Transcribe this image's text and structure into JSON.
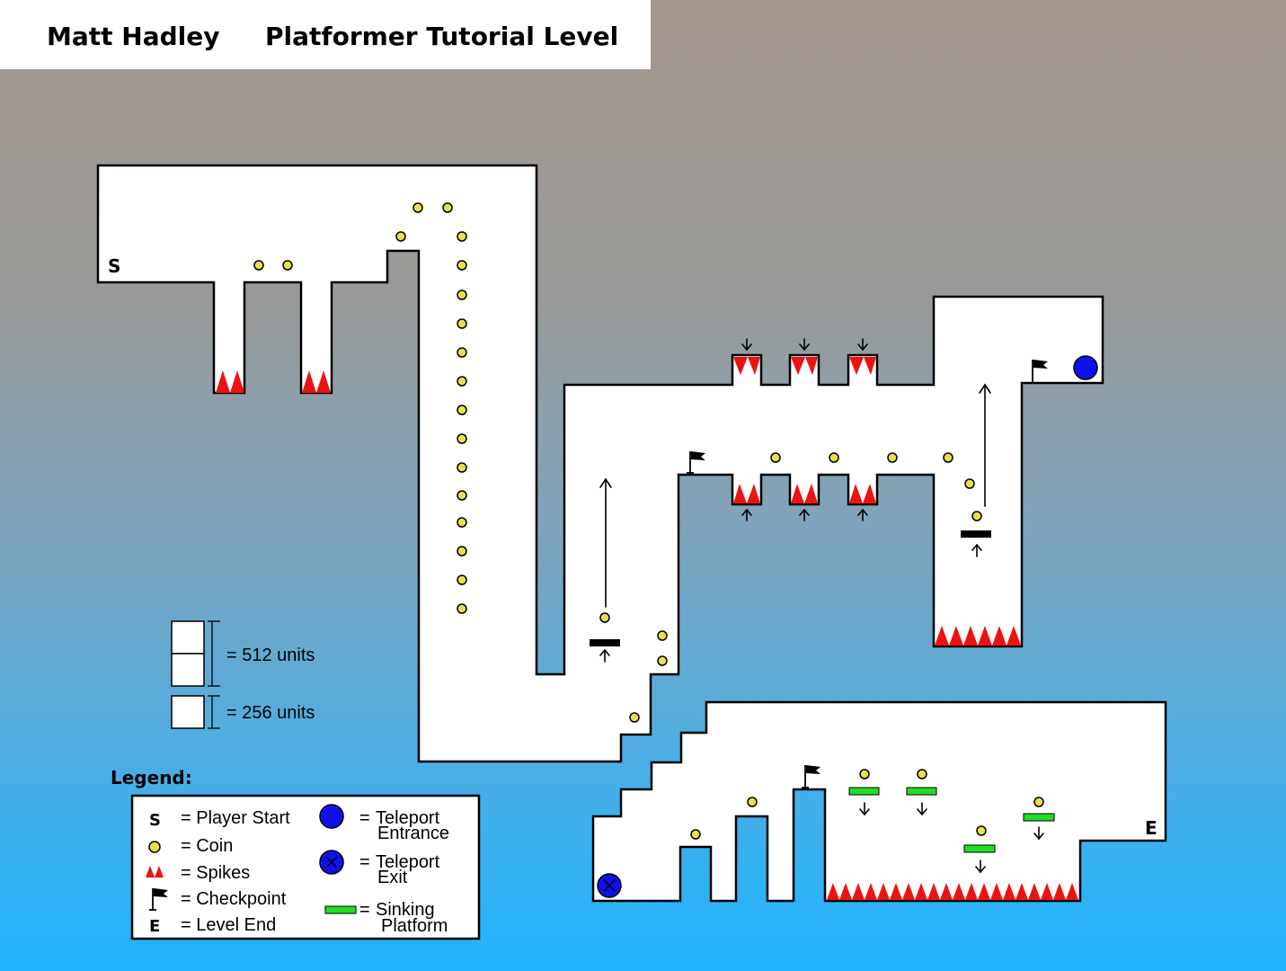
{
  "header": {
    "author": "Matt Hadley",
    "title": "Platformer Tutorial Level"
  },
  "scale": {
    "label_512": "= 512 units",
    "label_256": "= 256 units"
  },
  "legend": {
    "heading": "Legend:",
    "items": {
      "start": {
        "symbol": "S",
        "label": "= Player Start"
      },
      "coin": {
        "label": "= Coin"
      },
      "spikes": {
        "label": "= Spikes"
      },
      "checkpoint": {
        "label": "= Checkpoint"
      },
      "end": {
        "symbol": "E",
        "label": "= Level End"
      },
      "tp_entrance": {
        "eq": "=",
        "line1": "Teleport",
        "line2": "Entrance"
      },
      "tp_exit": {
        "eq": "=",
        "line1": "Teleport",
        "line2": "Exit"
      },
      "sinking": {
        "eq": "=",
        "line1": "Sinking",
        "line2": "Platform"
      }
    }
  },
  "level_markers": {
    "start": "S",
    "end": "E"
  },
  "colors": {
    "coin": "#e6e04a",
    "spike": "#ee1111",
    "teleport": "#1010ee",
    "sinking_platform": "#22dd22",
    "moving_platform": "#000000",
    "level_fill": "#ffffff",
    "outline": "#000000"
  }
}
